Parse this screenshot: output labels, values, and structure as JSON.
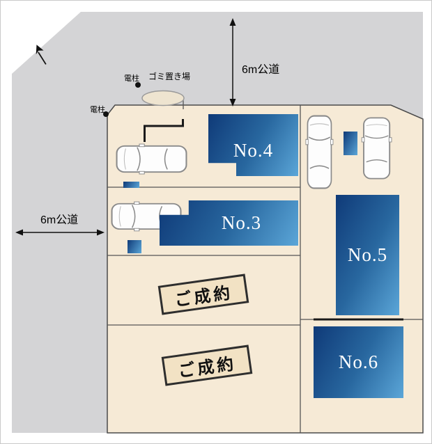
{
  "figure": {
    "type": "real-estate-site-plan"
  },
  "labels": {
    "road_top": "6m公道",
    "road_left": "6m公道",
    "pole_top": "電柱",
    "pole_corner": "電柱",
    "garbage": "ゴミ置き場"
  },
  "lots": [
    {
      "id": "no4",
      "label": "No.4",
      "status": "available"
    },
    {
      "id": "no3",
      "label": "No.3",
      "status": "available"
    },
    {
      "id": "no5",
      "label": "No.5",
      "status": "available"
    },
    {
      "id": "no6",
      "label": "No.6",
      "status": "available"
    },
    {
      "id": "sold-a",
      "label": "ご成約",
      "status": "sold"
    },
    {
      "id": "sold-b",
      "label": "ご成約",
      "status": "sold"
    }
  ],
  "icons": {
    "north_arrow": "north-arrow",
    "car": "car-top-view",
    "dimension_arrow": "double-headed-arrow",
    "utility_pole": "black-dot",
    "garbage_area": "ellipse"
  },
  "colors": {
    "road": "#d4d4d6",
    "parcel": "#f6ead6",
    "lot_gradient_dark": "#0f3a78",
    "lot_gradient_light": "#5ba6d8",
    "stamp_bg": "#f2e2c4",
    "stamp_border": "#2e2e2e",
    "boundary_line": "#4a4a4a"
  }
}
